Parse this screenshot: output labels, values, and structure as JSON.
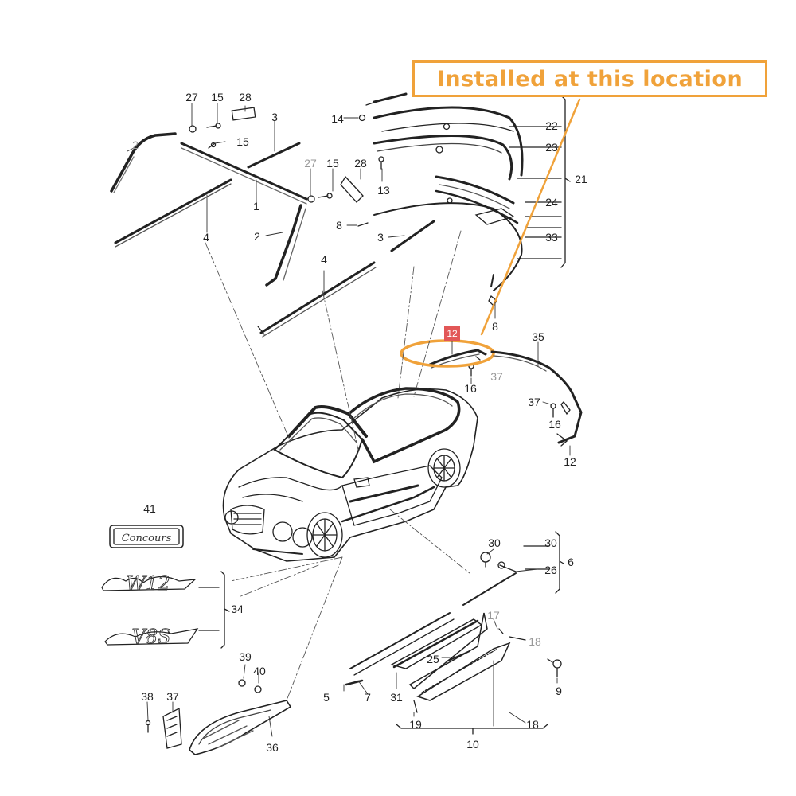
{
  "callout": {
    "text": "Installed at this location",
    "color": "#f0a23a"
  },
  "highlight": {
    "badge": "12",
    "badge_color": "#e25757"
  },
  "badges": {
    "concours": "Concours",
    "w12": "W12",
    "v8s": "V8S"
  },
  "labels": {
    "n27a": "27",
    "n15a": "15",
    "n28a": "28",
    "n3a": "3",
    "n15b": "15",
    "n2a": "2",
    "n1": "1",
    "n4a": "4",
    "n27b": "27",
    "n15c": "15",
    "n28b": "28",
    "n13": "13",
    "n14": "14",
    "n22": "22",
    "n23": "23",
    "n21": "21",
    "n24": "24",
    "n33": "33",
    "n8a": "8",
    "n3b": "3",
    "n2b": "2",
    "n4b": "4",
    "n8b": "8",
    "n35": "35",
    "n16a": "16",
    "n37a": "37",
    "n37b": "37",
    "n16b": "16",
    "n12": "12",
    "n41": "41",
    "n34": "34",
    "n30a": "30",
    "n30b": "30",
    "n26": "26",
    "n6": "6",
    "n17": "17",
    "n18a": "18",
    "n25": "25",
    "n9": "9",
    "n5": "5",
    "n7": "7",
    "n31": "31",
    "n19": "19",
    "n18b": "18",
    "n10": "10",
    "n39": "39",
    "n40": "40",
    "n38": "38",
    "n37c": "37",
    "n36": "36"
  }
}
